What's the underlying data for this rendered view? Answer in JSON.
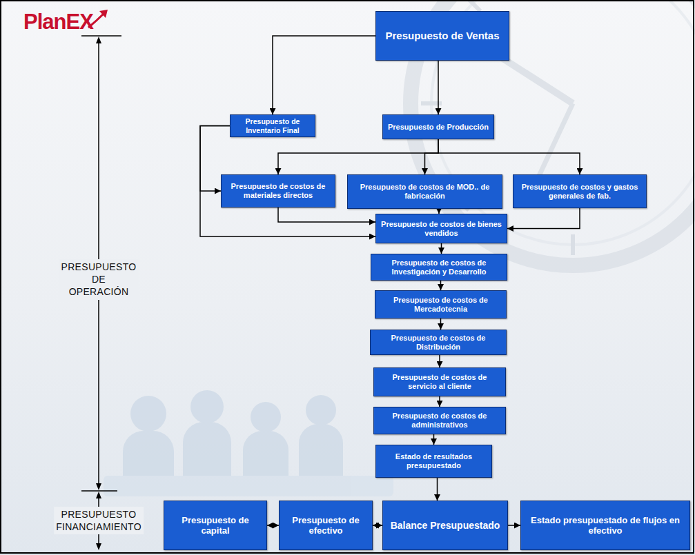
{
  "diagram": {
    "nodes": [
      {
        "text": [
          "Presupuesto de Ventas"
        ]
      },
      {
        "text": [
          "Presupuesto de Inventario Final"
        ]
      },
      {
        "text": [
          "Presupuesto de Producción"
        ]
      },
      {
        "text": [
          "Presupuesto de costos de materiales directos"
        ]
      },
      {
        "text": [
          "Presupuesto de costos de MOD.. de fabricación"
        ]
      },
      {
        "text": [
          "Presupuesto de costos y gastos generales de fab."
        ]
      },
      {
        "text": [
          "Presupuesto de costos de bienes vendidos"
        ]
      },
      {
        "text": [
          "Presupuesto de costos de Investigación y Desarrollo"
        ]
      },
      {
        "text": [
          "Presupuesto de costos de Mercadotecnia"
        ]
      },
      {
        "text": [
          "Presupuesto de costos de Distribución"
        ]
      },
      {
        "text": [
          "Presupuesto de costos de servicio al cliente"
        ]
      },
      {
        "text": [
          "Presupuesto de costos de administrativos"
        ]
      },
      {
        "text": [
          "Estado de resultados presupuestado"
        ]
      },
      {
        "text": [
          "Presupuesto de capital"
        ]
      },
      {
        "text": [
          "Presupuesto de efectivo"
        ]
      },
      {
        "text": [
          "Balance Presupuestado"
        ]
      },
      {
        "text": [
          "Estado presupuestado de flujos en efectivo"
        ]
      }
    ],
    "edges": [
      {
        "from": 0,
        "to": 1,
        "arrow": "to"
      },
      {
        "from": 0,
        "to": 2,
        "arrow": "to"
      },
      {
        "from": 1,
        "to": 3,
        "arrow": "to"
      },
      {
        "from": 1,
        "to": 6,
        "arrow": "to"
      },
      {
        "from": 2,
        "to": 3,
        "arrow": "to"
      },
      {
        "from": 2,
        "to": 4,
        "arrow": "to"
      },
      {
        "from": 2,
        "to": 5,
        "arrow": "to"
      },
      {
        "from": 3,
        "to": 6,
        "arrow": "to"
      },
      {
        "from": 4,
        "to": 6,
        "arrow": "to"
      },
      {
        "from": 5,
        "to": 6,
        "arrow": "to"
      },
      {
        "from": 6,
        "to": 7,
        "arrow": "to"
      },
      {
        "from": 7,
        "to": 8,
        "arrow": "to"
      },
      {
        "from": 8,
        "to": 9,
        "arrow": "to"
      },
      {
        "from": 9,
        "to": 10,
        "arrow": "to"
      },
      {
        "from": 10,
        "to": 11,
        "arrow": "to"
      },
      {
        "from": 11,
        "to": 12,
        "arrow": "to"
      },
      {
        "from": 12,
        "to": 15,
        "arrow": "to"
      },
      {
        "from": 13,
        "to": 14,
        "arrow": "both"
      },
      {
        "from": 14,
        "to": 15,
        "arrow": "both"
      },
      {
        "from": 15,
        "to": 16,
        "arrow": "to"
      }
    ],
    "labels": [
      "PlanEX",
      "PRESUPUESTO DE OPERACIÓN",
      "PRESUPUESTO FINANCIAMIENTO"
    ]
  }
}
